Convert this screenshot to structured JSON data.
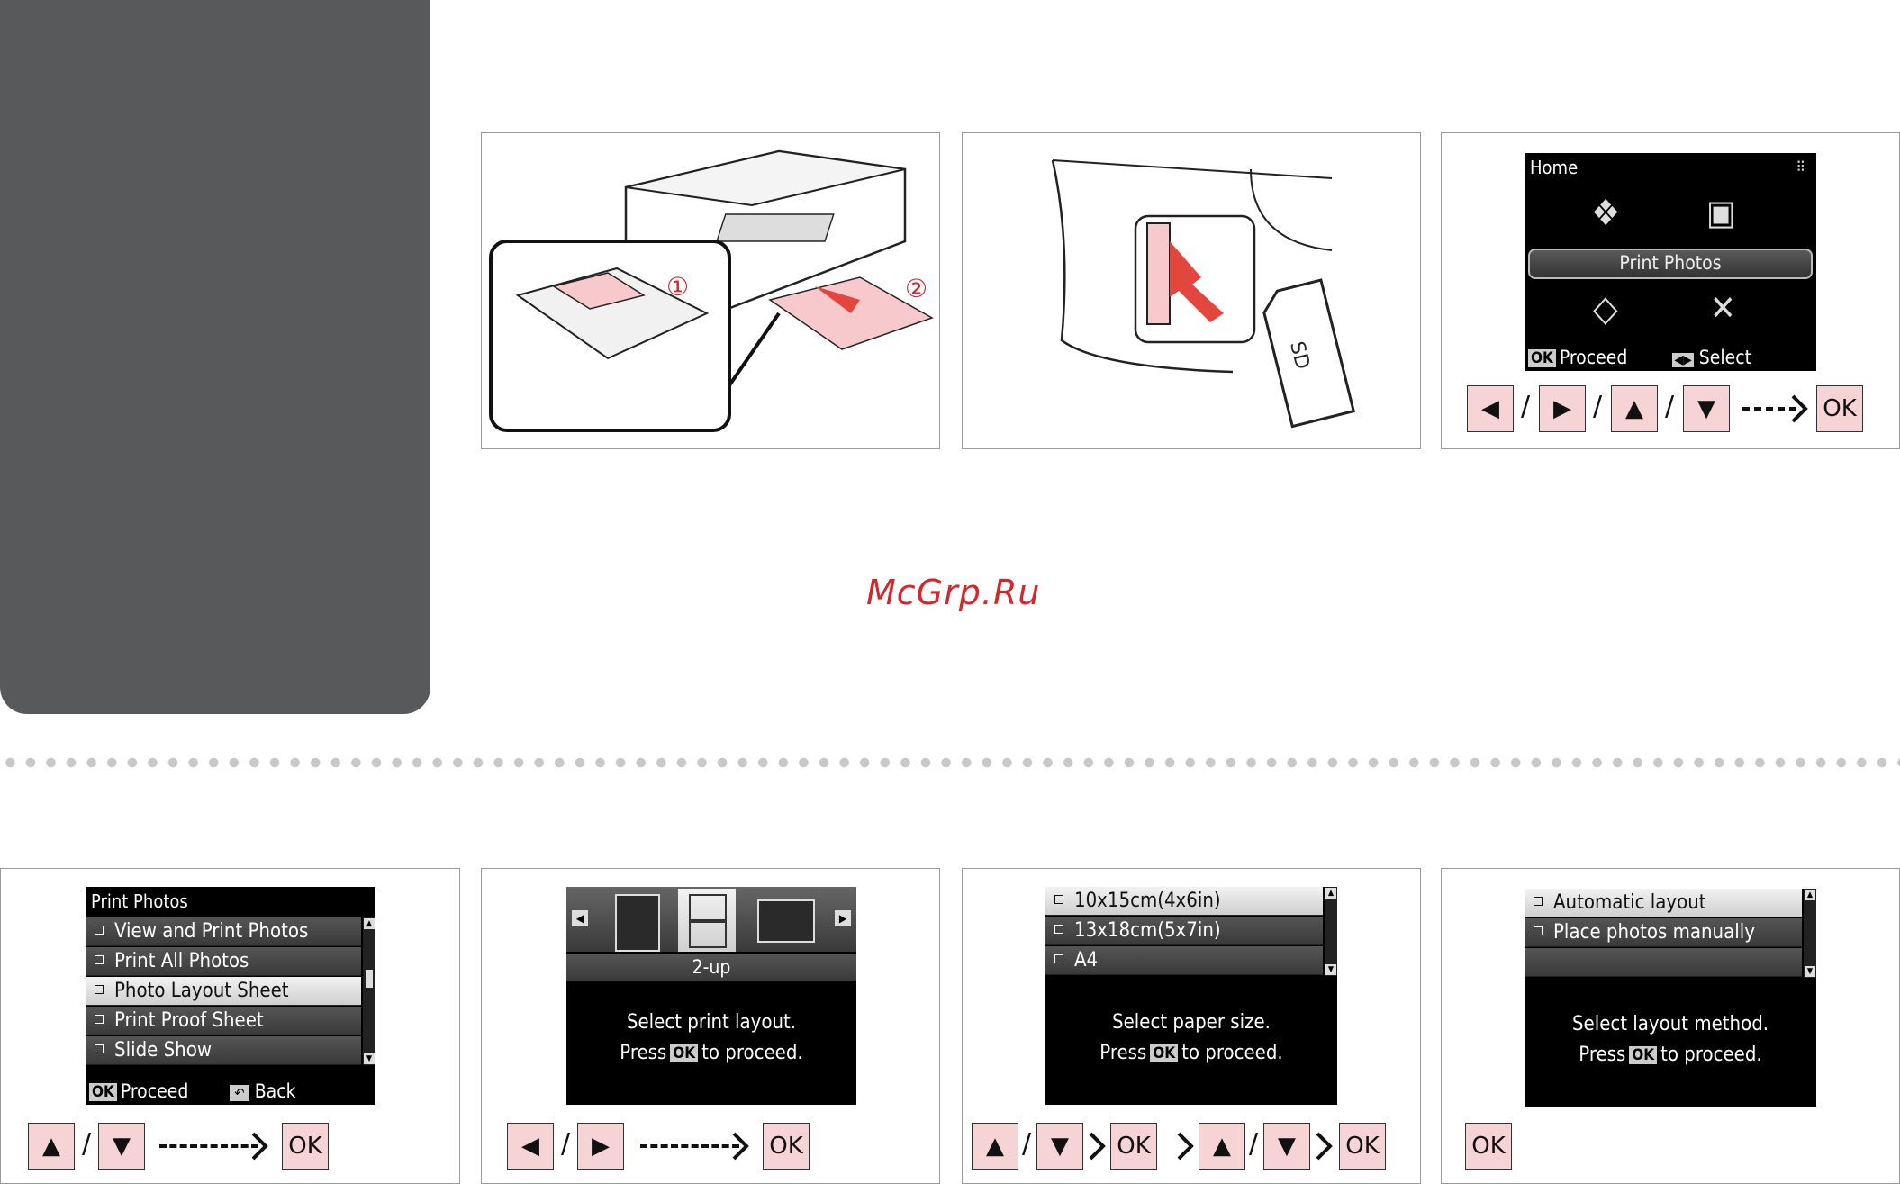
{
  "watermark": "McGrp.Ru",
  "colors": {
    "button_pink": "#f6d3d4",
    "side_tab": "#58595b",
    "watermark": "#d6262d"
  },
  "step3": {
    "header": "Home",
    "selected_label": "Print Photos",
    "footer_proceed": "Proceed",
    "footer_select": "Select",
    "ok_chip": "OK",
    "icons": [
      "copy-icon",
      "camera-icon",
      "scan-icon",
      "tools-icon"
    ],
    "buttons": {
      "left": "◀",
      "right": "▶",
      "up": "▲",
      "down": "▼",
      "ok": "OK",
      "slash": "/"
    }
  },
  "step4": {
    "header": "Print Photos",
    "items": [
      "View and Print Photos",
      "Print All Photos",
      "Photo Layout Sheet",
      "Print Proof Sheet",
      "Slide Show"
    ],
    "selected_index": 2,
    "footer_proceed": "Proceed",
    "footer_back": "Back",
    "ok_chip": "OK",
    "buttons": {
      "up": "▲",
      "down": "▼",
      "ok": "OK",
      "slash": "/"
    }
  },
  "step5": {
    "layout_label": "2-up",
    "message_line1": "Select print layout.",
    "message_press": "Press",
    "message_ok": "OK",
    "message_to": "to proceed.",
    "buttons": {
      "left": "◀",
      "right": "▶",
      "ok": "OK",
      "slash": "/"
    }
  },
  "step6": {
    "items": [
      "10x15cm(4x6in)",
      "13x18cm(5x7in)",
      "A4"
    ],
    "selected_index": 0,
    "message_line1": "Select paper size.",
    "message_press": "Press",
    "message_ok": "OK",
    "message_to": "to proceed.",
    "buttons": {
      "up": "▲",
      "down": "▼",
      "ok": "OK",
      "slash": "/"
    }
  },
  "step7": {
    "items": [
      "Automatic layout",
      "Place photos manually"
    ],
    "selected_index": 0,
    "message_line1": "Select layout method.",
    "message_press": "Press",
    "message_ok": "OK",
    "message_to": "to proceed.",
    "buttons": {
      "ok": "OK"
    }
  }
}
